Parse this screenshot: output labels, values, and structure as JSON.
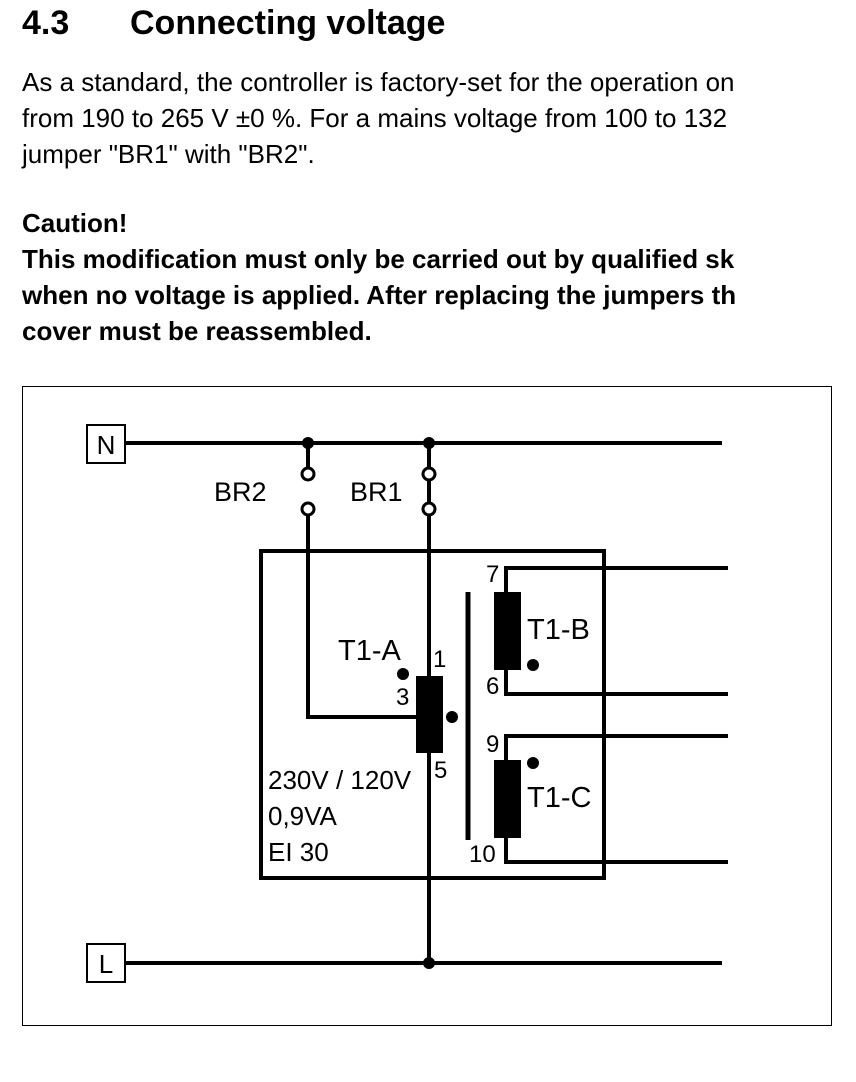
{
  "section": {
    "number": "4.3",
    "title": "Connecting voltage"
  },
  "intro": {
    "lines": [
      "As a standard, the controller is factory-set for the operation on",
      "from 190 to 265 V ±0 %. For a mains voltage from 100 to  132",
      "jumper \"BR1\" with \"BR2\"."
    ]
  },
  "caution": {
    "title": "Caution!",
    "lines": [
      "This modification must only be carried out by qualified sk",
      "when no voltage is applied. After replacing the jumpers th",
      "cover must be reassembled."
    ]
  },
  "diagram": {
    "terminals": {
      "neutral": "N",
      "line": "L"
    },
    "jumpers": [
      {
        "label": "BR2",
        "state": "open"
      },
      {
        "label": "BR1",
        "state": "closed"
      }
    ],
    "windings": {
      "primary": {
        "label": "T1-A",
        "pins": [
          "1",
          "3",
          "5"
        ]
      },
      "secondary_b": {
        "label": "T1-B",
        "pins": [
          "7",
          "6"
        ]
      },
      "secondary_c": {
        "label": "T1-C",
        "pins": [
          "9",
          "10"
        ]
      }
    },
    "specs": [
      "230V / 120V",
      "0,9VA",
      "EI 30"
    ]
  }
}
